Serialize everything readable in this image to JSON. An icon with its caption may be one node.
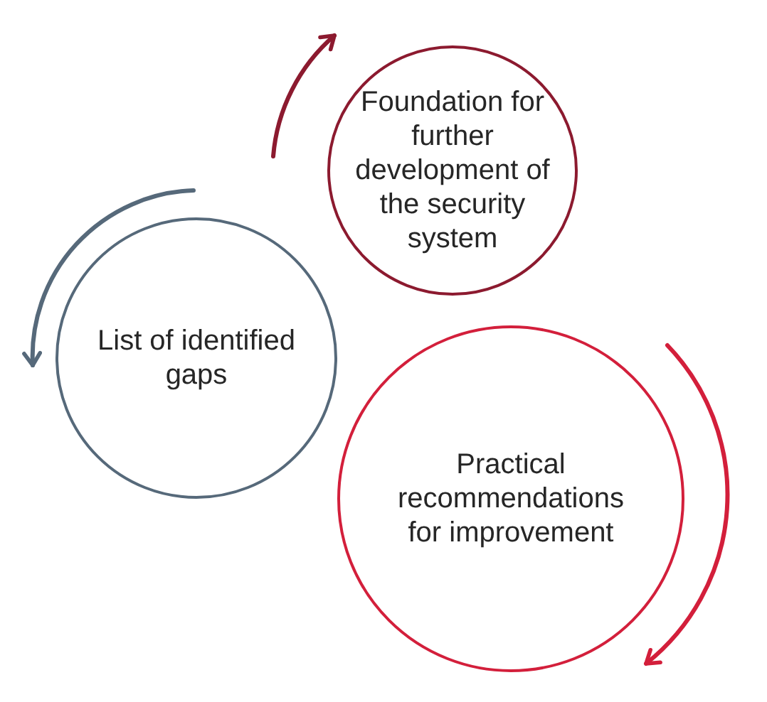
{
  "diagram": {
    "nodes": [
      {
        "text": [
          "Foundation for further development of the security system"
        ]
      },
      {
        "text": [
          "List of identified gaps"
        ]
      },
      {
        "text": [
          "Practical recommendations for improvement"
        ]
      }
    ]
  }
}
